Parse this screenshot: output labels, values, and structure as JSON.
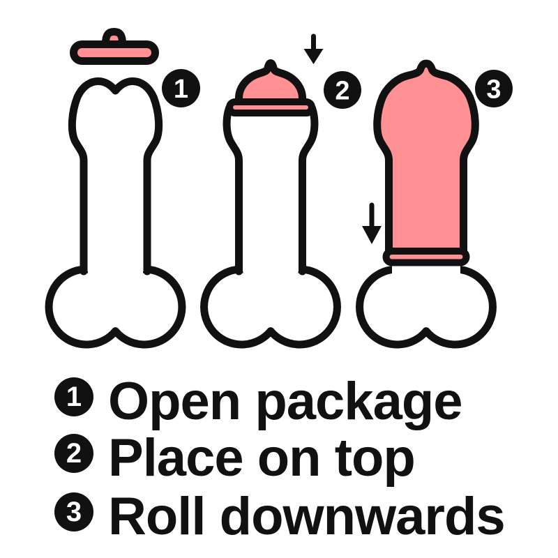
{
  "colors": {
    "condom_pink": "#FF9093",
    "outline": "#111111",
    "background": "#FFFFFF",
    "badge_text": "#FFFFFF"
  },
  "steps": [
    {
      "num": "1",
      "label": "Open package"
    },
    {
      "num": "2",
      "label": "Place on top"
    },
    {
      "num": "3",
      "label": "Roll downwards"
    }
  ],
  "icons": {
    "down_arrow": "↓"
  }
}
